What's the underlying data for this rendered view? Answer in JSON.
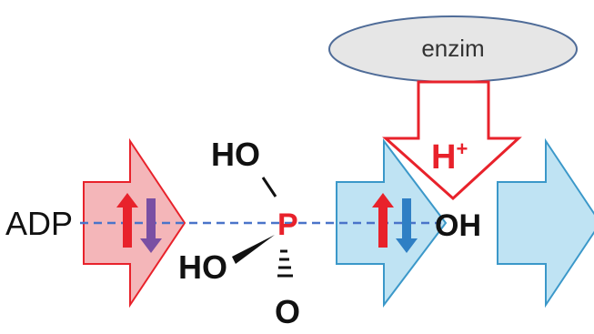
{
  "enzyme": {
    "label": "enzim"
  },
  "proton": {
    "label": "H",
    "charge": "+"
  },
  "molecule": {
    "left_label": "ADP",
    "phosphorus": "P",
    "top_group": "HO",
    "left_group": "HO",
    "bottom_group": "O",
    "right_group": "OH"
  },
  "colors": {
    "red_arrow": "#e8222b",
    "red_arrow_fill": "#f4b6b9",
    "blue_arrow_fill": "#bfe3f3",
    "blue_arrow_stroke": "#3b98c9",
    "dashed_line": "#4a74c9",
    "purple_spin": "#7a4fa3",
    "blue_spin": "#2f7fc4",
    "enzyme_fill": "#e6e6e6",
    "enzyme_stroke": "#4f6c98",
    "hplus": "#e8222b",
    "phosphorus": "#e8222b"
  },
  "icons": {
    "spin_up": "up-arrow-icon",
    "spin_down": "down-arrow-icon"
  }
}
